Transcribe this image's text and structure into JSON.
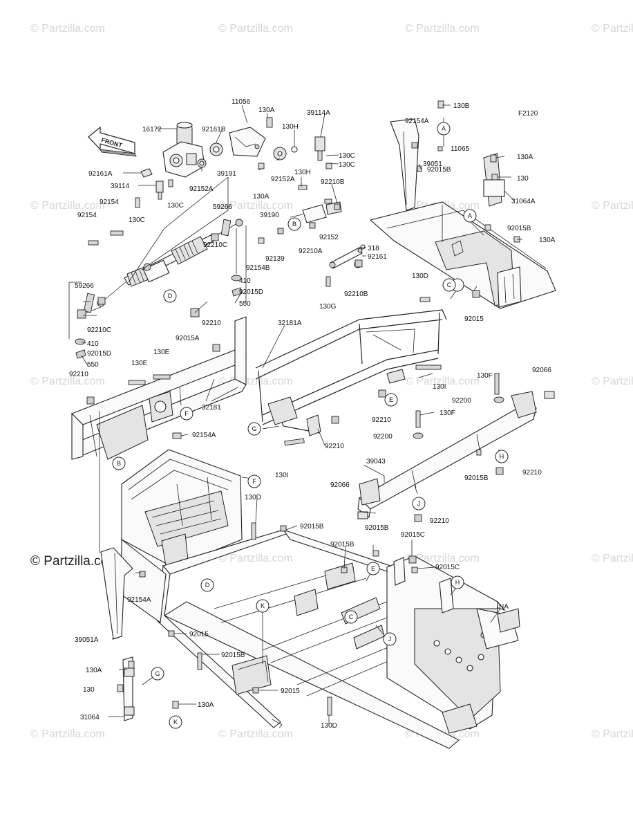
{
  "diagram_code": "F2120",
  "front_arrow_label": "FRONT",
  "watermarks": {
    "small": "© Partzilla.com",
    "main": "© Partzilla.com"
  },
  "callouts": {
    "c11056": "11056",
    "c130A_1": "130A",
    "c39114A": "39114A",
    "c16172": "16172",
    "c92161B": "92161B",
    "c130H_1": "130H",
    "c130C_1": "130C",
    "c130C_2": "130C",
    "c39191": "39191",
    "c92161A": "92161A",
    "c39114": "39114",
    "c92152A_1": "92152A",
    "c92152A_2": "92152A",
    "c130A_2": "130A",
    "c130H_2": "130H",
    "c92210B_1": "92210B",
    "c130C_3": "130C",
    "c130C_4": "130C",
    "c92154_1": "92154",
    "c92154_2": "92154",
    "c59266_1": "59266",
    "c39190": "39190",
    "c92210C_1": "92210C",
    "c92152": "92152",
    "c92210A": "92210A",
    "c92139": "92139",
    "c92154B": "92154B",
    "c318": "318",
    "c92161": "92161",
    "c410_1": "410",
    "c92015D_1": "92015D",
    "c550_1": "550",
    "c59266_2": "59266",
    "c92210C_2": "92210C",
    "c410_2": "410",
    "c92015D_2": "92015D",
    "c550_2": "550",
    "c92015A": "92015A",
    "c92210B_2": "92210B",
    "c130G": "130G",
    "c130B": "130B",
    "c92154A_1": "92154A",
    "c11065": "11065",
    "c39051": "39051",
    "c130A_3": "130A",
    "c130_1": "130",
    "c92015B_1": "92015B",
    "c31064A": "31064A",
    "c92015B_2": "92015B",
    "c130A_4": "130A",
    "c130D_1": "130D",
    "c92015_1": "92015",
    "c32181A": "32181A",
    "c92210_1": "92210",
    "c130E_1": "130E",
    "c130E_2": "130E",
    "c92210_2": "92210",
    "c32181": "32181",
    "c92154A_2": "92154A",
    "c130I_1": "130I",
    "c92210_3": "92210",
    "c92210_4": "92210",
    "c130I_2": "130I",
    "c130F_1": "130F",
    "c92066_1": "92066",
    "c92200_1": "92200",
    "c130F_2": "130F",
    "c92200_2": "92200",
    "c39043": "39043",
    "c92015B_3": "92015B",
    "c92210_5": "92210",
    "c92066_2": "92066",
    "c92210_6": "92210",
    "c130D_2": "130D",
    "c92015B_4": "92015B",
    "c92015B_5": "92015B",
    "c92015B_6": "92015B",
    "c92015C_1": "92015C",
    "c92015C_2": "92015C",
    "c92154A_3": "92154A",
    "cNA": "NA",
    "c39051A": "39051A",
    "c92015_2": "92015",
    "c92015B_7": "92015B",
    "c130A_5": "130A",
    "c130_2": "130",
    "c31064": "31064",
    "c92015_3": "92015",
    "c130A_6": "130A",
    "c130D_3": "130D"
  },
  "reference_markers": [
    "A",
    "A",
    "B",
    "B",
    "C",
    "C",
    "D",
    "D",
    "E",
    "E",
    "F",
    "F",
    "G",
    "G",
    "H",
    "H",
    "J",
    "J",
    "K",
    "K"
  ]
}
